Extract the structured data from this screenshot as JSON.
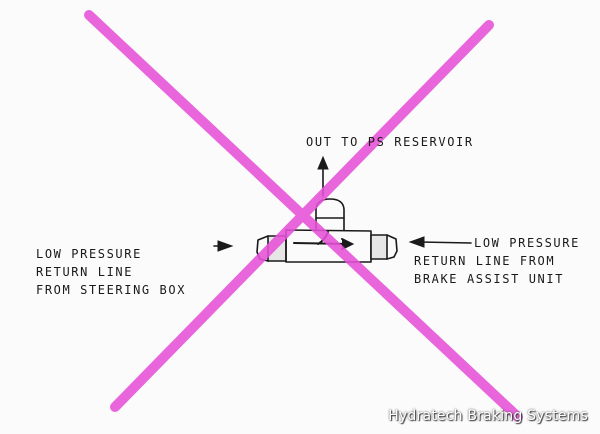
{
  "labels": {
    "out": "OUT TO PS RESERVOIR",
    "left_line1": "LOW PRESSURE",
    "left_line2": "RETURN LINE",
    "left_line3": "FROM STEERING BOX",
    "right_line1": "LOW PRESSURE",
    "right_line2": "RETURN LINE FROM",
    "right_line3": "BRAKE ASSIST UNIT"
  },
  "watermark": "Hydratech Braking Systems",
  "colors": {
    "cross": "#e651d8",
    "ink": "#1a1a1a"
  },
  "icons": {
    "cross": "x-mark-icon"
  }
}
